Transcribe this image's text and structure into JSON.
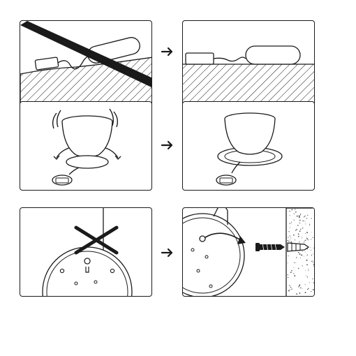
{
  "diagram": {
    "panels": [
      {
        "name": "panel-cable-wrong",
        "kind": "incorrect"
      },
      {
        "name": "panel-cable-right",
        "kind": "correct"
      },
      {
        "name": "panel-pot-shaking",
        "kind": "incorrect"
      },
      {
        "name": "panel-pot-saucer",
        "kind": "correct"
      },
      {
        "name": "panel-hang-wrong",
        "kind": "incorrect"
      },
      {
        "name": "panel-wall-screw",
        "kind": "correct"
      }
    ],
    "arrows": 3
  },
  "colors": {
    "line": "#1a1a1a",
    "paper": "#ffffff",
    "wall_speckle": "#555555"
  },
  "icons": [
    "cross-out-icon",
    "right-arrow-icon",
    "screw-icon",
    "wall-plug-icon",
    "motion-arrow-icon"
  ]
}
